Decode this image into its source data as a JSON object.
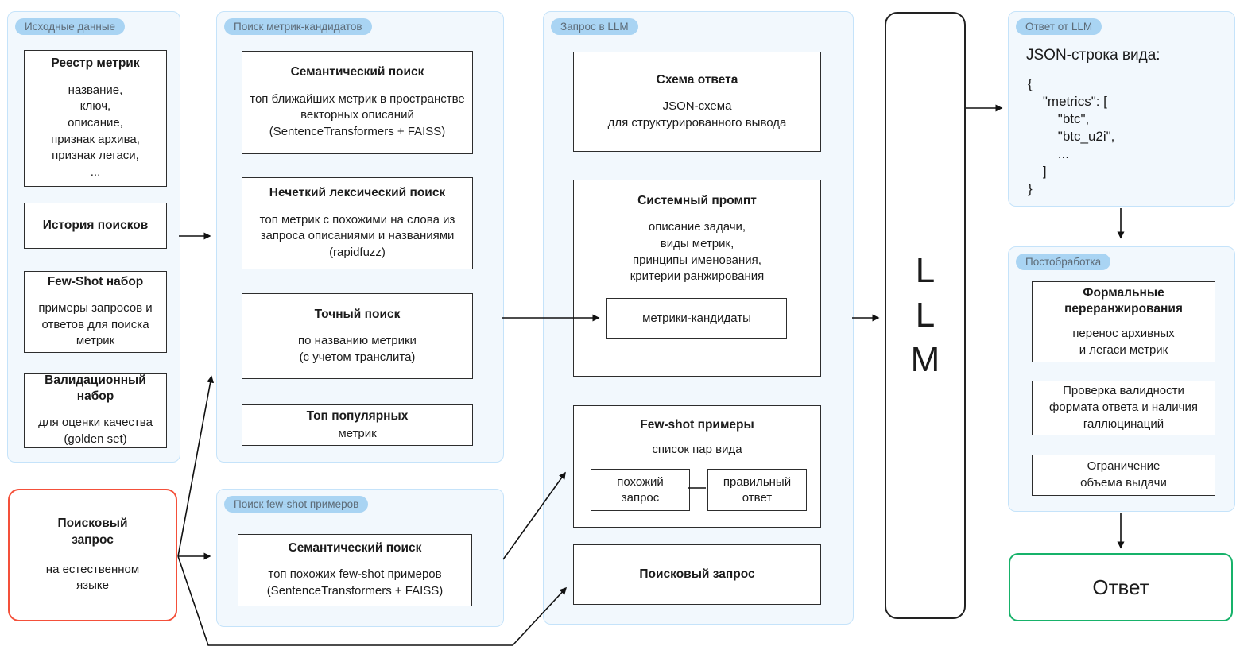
{
  "palette": {
    "section_bg": "#f2f8fd",
    "section_border": "#c5e3fa",
    "badge_bg": "#a9d4f3",
    "badge_text": "#5d6b77",
    "box_border": "#2d2d2d",
    "arrow": "#111111",
    "accent_red": "#f4503a",
    "accent_green": "#17b26a"
  },
  "source": {
    "badge": "Исходные данные",
    "boxes": [
      {
        "title": "Реестр метрик",
        "body": "название,\nключ,\nописание,\nпризнак архива,\nпризнак легаси,\n..."
      },
      {
        "title": "История поисков",
        "body": ""
      },
      {
        "title": "Few-Shot набор",
        "body": "примеры запросов и ответов для поиска метрик"
      },
      {
        "title": "Валидационный набор",
        "body": "для оценки качества\n(golden set)"
      }
    ]
  },
  "query": {
    "title": "Поисковый\nзапрос",
    "body": "на естественном\nязыке"
  },
  "candidates": {
    "badge": "Поиск метрик-кандидатов",
    "boxes": [
      {
        "title": "Семантический поиск",
        "body": "топ ближайших метрик в пространстве векторных описаний (SentenceTransformers + FAISS)"
      },
      {
        "title": "Нечеткий лексический поиск",
        "body": "топ метрик с похожими на слова из запроса описаниями и названиями (rapidfuzz)"
      },
      {
        "title": "Точный поиск",
        "body": "по названию метрики\n(с учетом транслита)"
      },
      {
        "title": "Топ популярных",
        "body": "метрик"
      }
    ]
  },
  "fewshot_search": {
    "badge": "Поиск few-shot примеров",
    "boxes": [
      {
        "title": "Семантический поиск",
        "body": "топ похожих few-shot примеров\n(SentenceTransformers + FAISS)"
      }
    ]
  },
  "llm_request": {
    "badge": "Запрос в LLM",
    "schema": {
      "title": "Схема ответа",
      "body": "JSON-схема\nдля структурированного вывода"
    },
    "system_prompt": {
      "title": "Системный промпт",
      "body": "описание задачи,\nвиды метрик,\nпринципы именования,\nкритерии ранжирования",
      "inner": "метрики-кандидаты"
    },
    "fewshot": {
      "title": "Few-shot примеры",
      "body": "список пар вида",
      "pair_left": "похожий\nзапрос",
      "pair_right": "правильный\nответ"
    },
    "search_query": {
      "title": "Поисковый запрос"
    }
  },
  "llm": {
    "label": "L\nL\nM"
  },
  "llm_response": {
    "badge": "Ответ от LLM",
    "heading": "JSON-строка вида:",
    "lines": [
      "{",
      "    \"metrics\": [",
      "        \"btc\",",
      "        \"btc_u2i\",",
      "        ...",
      "    ]",
      "}"
    ]
  },
  "postprocess": {
    "badge": "Постобработка",
    "boxes": [
      {
        "title": "Формальные\nпереранжирования",
        "body": "перенос архивных\nи легаси метрик"
      },
      {
        "title": "",
        "body": "Проверка валидности формата ответа и наличия галлюцинаций"
      },
      {
        "title": "",
        "body": "Ограничение\nобъема выдачи"
      }
    ]
  },
  "answer": {
    "label": "Ответ"
  }
}
